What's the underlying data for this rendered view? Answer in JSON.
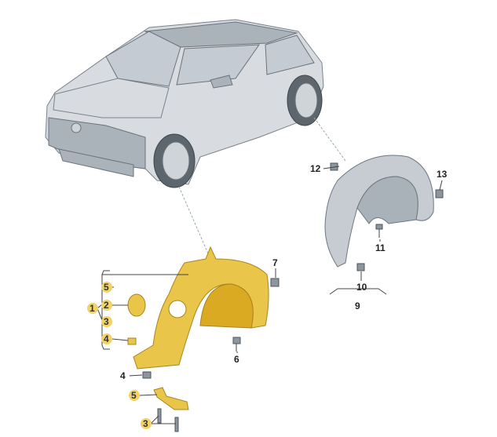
{
  "diagram": {
    "colors": {
      "front_liner": "#e9c54a",
      "rear_liner": "#c6ccd2",
      "highlight": "#f1d36a"
    },
    "rear_labels": {
      "n12": "12",
      "n13": "13",
      "n11": "11",
      "n10": "10",
      "n9": "9"
    },
    "front_labels": {
      "n7": "7",
      "n6": "6",
      "n4b": "4"
    },
    "highlighted_labels": {
      "n5a": "5",
      "n1": "1",
      "n2": "2",
      "n3a": "3",
      "n4a": "4",
      "n5b": "5",
      "n3b": "3"
    }
  }
}
